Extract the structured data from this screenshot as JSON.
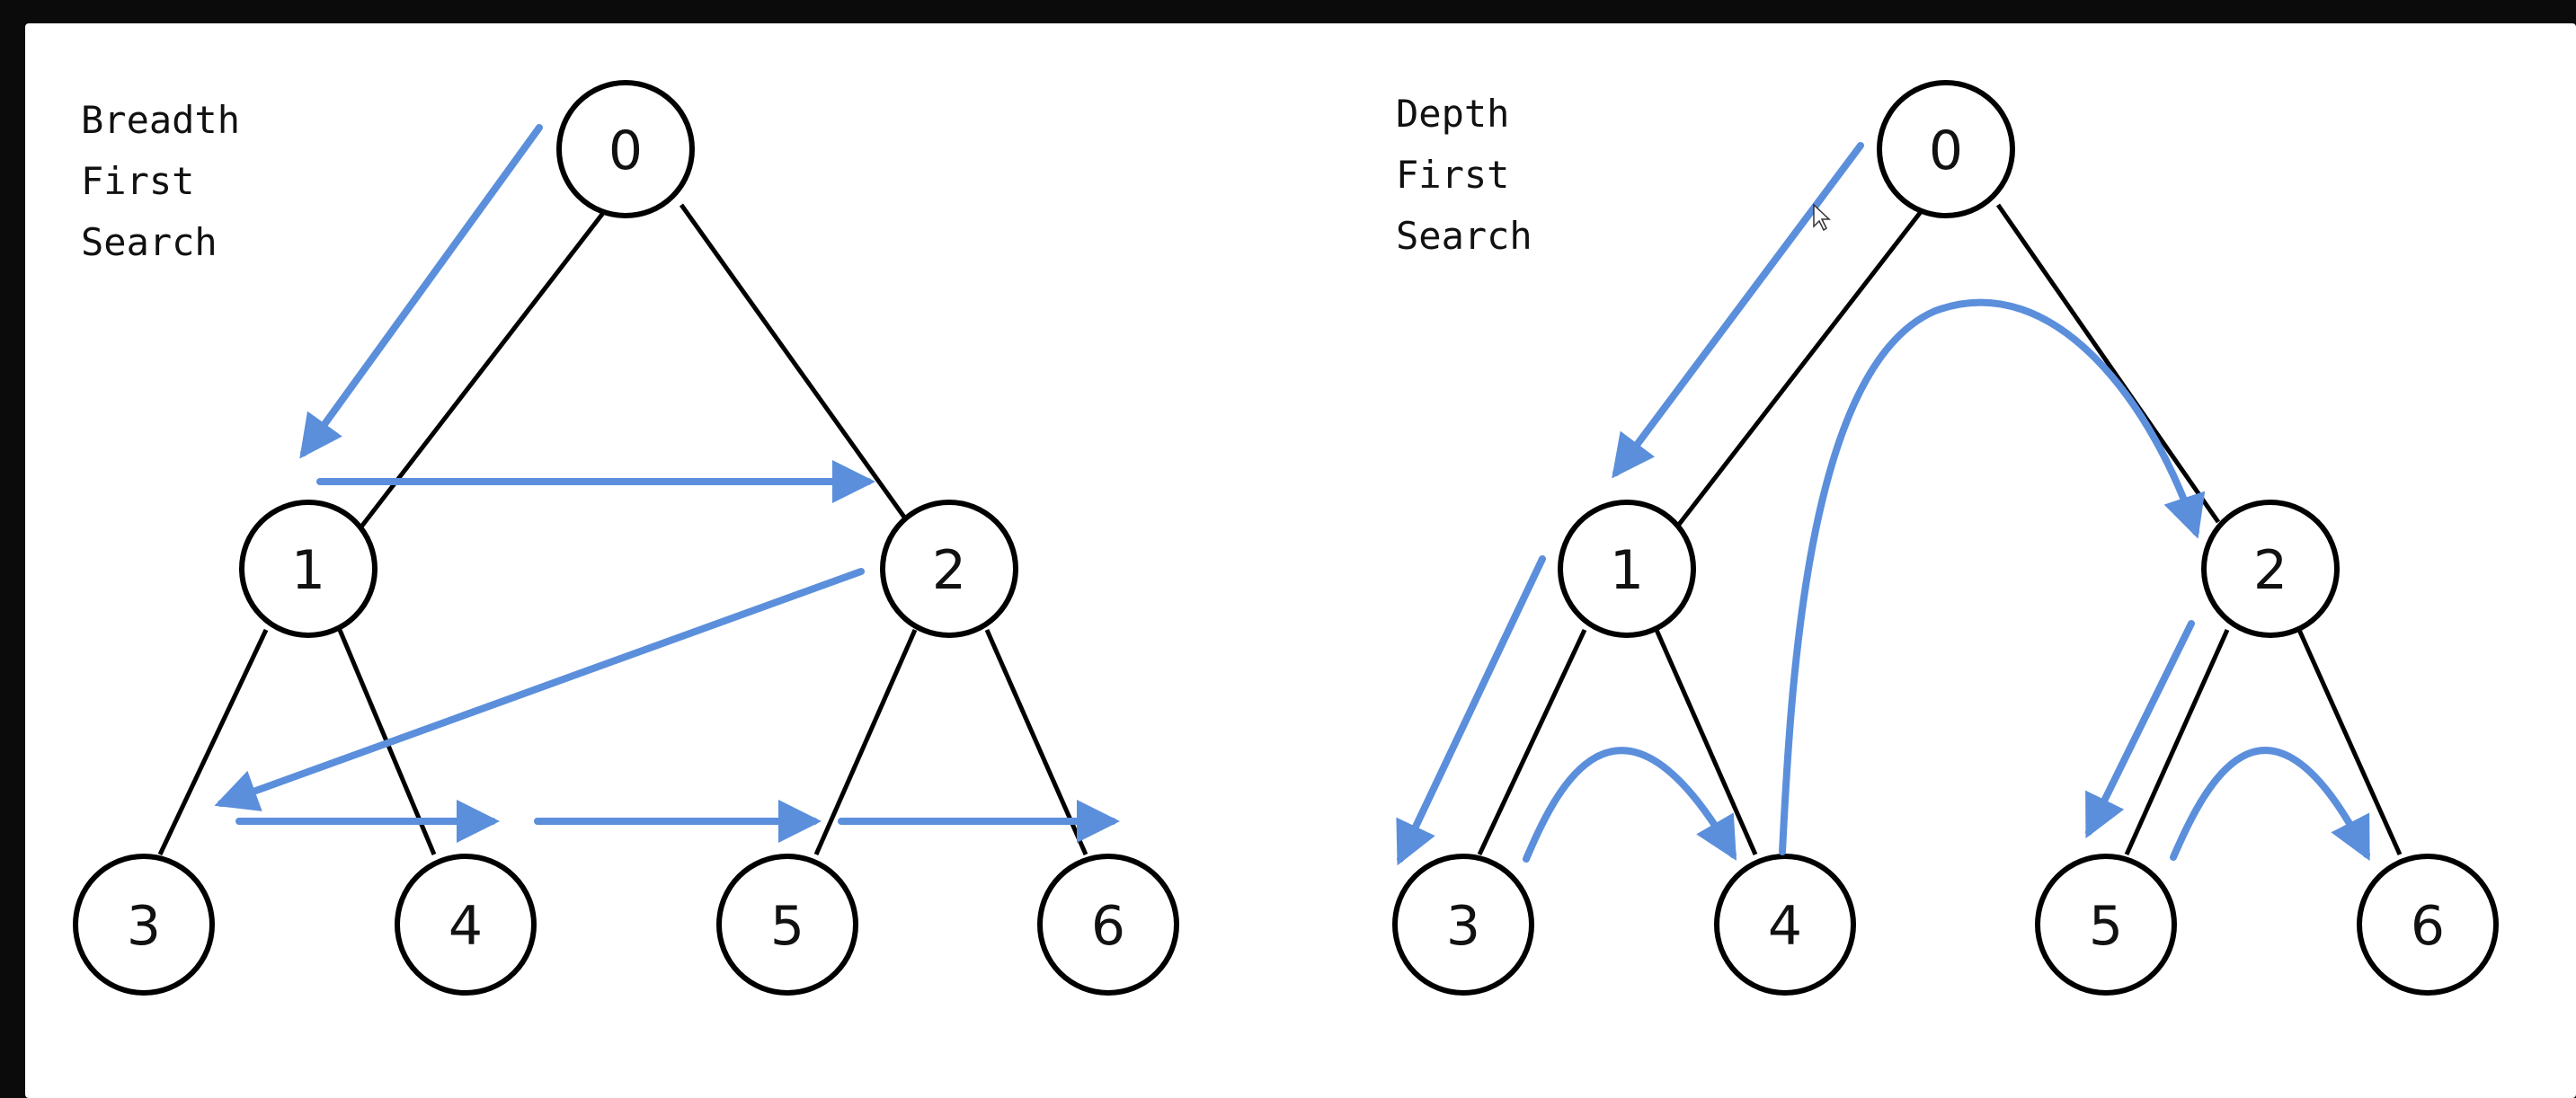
{
  "colors": {
    "background": "#ffffff",
    "frame": "#0b0b0b",
    "edge": "#000000",
    "arrow": "#5b8fdc"
  },
  "panels": [
    {
      "title_lines": [
        "Breadth",
        "First",
        "Search"
      ],
      "nodes": [
        "0",
        "1",
        "2",
        "3",
        "4",
        "5",
        "6"
      ],
      "edges": [
        [
          "0",
          "1"
        ],
        [
          "0",
          "2"
        ],
        [
          "1",
          "3"
        ],
        [
          "1",
          "4"
        ],
        [
          "2",
          "5"
        ],
        [
          "2",
          "6"
        ]
      ]
    },
    {
      "title_lines": [
        "Depth",
        "First",
        "Search"
      ],
      "nodes": [
        "0",
        "1",
        "2",
        "3",
        "4",
        "5",
        "6"
      ],
      "edges": [
        [
          "0",
          "1"
        ],
        [
          "0",
          "2"
        ],
        [
          "1",
          "3"
        ],
        [
          "1",
          "4"
        ],
        [
          "2",
          "5"
        ],
        [
          "2",
          "6"
        ]
      ]
    }
  ]
}
